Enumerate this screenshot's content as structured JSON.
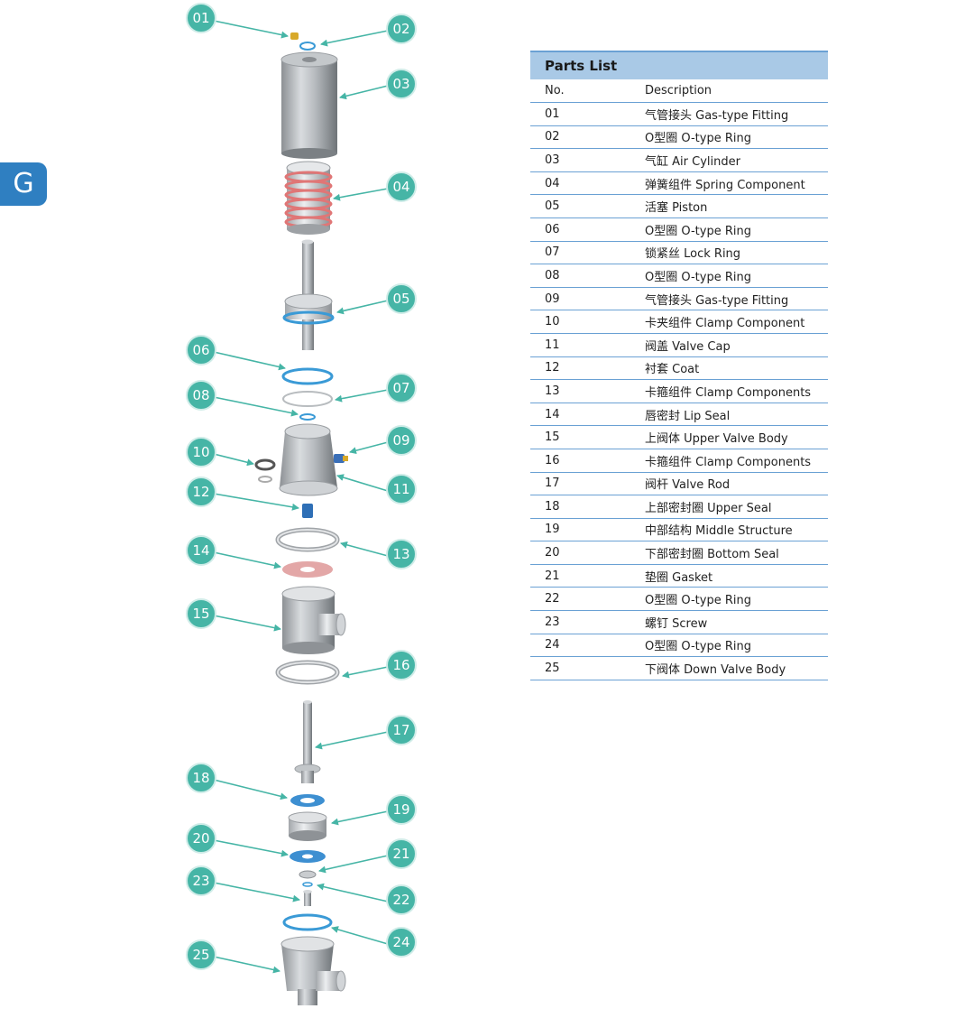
{
  "section_tab": {
    "letter": "G",
    "color": "#2f7fc1"
  },
  "colors": {
    "callout": "#46b5a6",
    "leader": "#46b5a6",
    "table_header_bg": "#a9c9e6",
    "table_rule": "#6aa1d4"
  },
  "parts_list": {
    "title": "Parts List",
    "columns": {
      "no": "No.",
      "description": "Description"
    },
    "rows": [
      {
        "no": "01",
        "description": "气管接头 Gas-type Fitting"
      },
      {
        "no": "02",
        "description": "O型圈 O-type Ring"
      },
      {
        "no": "03",
        "description": "气缸 Air Cylinder"
      },
      {
        "no": "04",
        "description": "弹簧组件 Spring Component"
      },
      {
        "no": "05",
        "description": "活塞 Piston"
      },
      {
        "no": "06",
        "description": "O型圈 O-type Ring"
      },
      {
        "no": "07",
        "description": "锁紧丝 Lock Ring"
      },
      {
        "no": "08",
        "description": "O型圈 O-type Ring"
      },
      {
        "no": "09",
        "description": "气管接头 Gas-type Fitting"
      },
      {
        "no": "10",
        "description": "卡夹组件 Clamp Component"
      },
      {
        "no": "11",
        "description": "阀盖 Valve Cap"
      },
      {
        "no": "12",
        "description": "衬套 Coat"
      },
      {
        "no": "13",
        "description": "卡箍组件 Clamp Components"
      },
      {
        "no": "14",
        "description": "唇密封 Lip Seal"
      },
      {
        "no": "15",
        "description": "上阀体 Upper Valve Body"
      },
      {
        "no": "16",
        "description": "卡箍组件 Clamp Components"
      },
      {
        "no": "17",
        "description": "阀杆 Valve Rod"
      },
      {
        "no": "18",
        "description": "上部密封圈 Upper Seal"
      },
      {
        "no": "19",
        "description": "中部结构 Middle Structure"
      },
      {
        "no": "20",
        "description": "下部密封圈 Bottom Seal"
      },
      {
        "no": "21",
        "description": "垫圈 Gasket"
      },
      {
        "no": "22",
        "description": "O型圈 O-type Ring"
      },
      {
        "no": "23",
        "description": "螺钉 Screw"
      },
      {
        "no": "24",
        "description": "O型圈 O-type Ring"
      },
      {
        "no": "25",
        "description": "下阀体 Down Valve Body"
      }
    ]
  },
  "callouts": [
    "01",
    "02",
    "03",
    "04",
    "05",
    "06",
    "07",
    "08",
    "09",
    "10",
    "11",
    "12",
    "13",
    "14",
    "15",
    "16",
    "17",
    "18",
    "19",
    "20",
    "21",
    "22",
    "23",
    "24",
    "25"
  ]
}
